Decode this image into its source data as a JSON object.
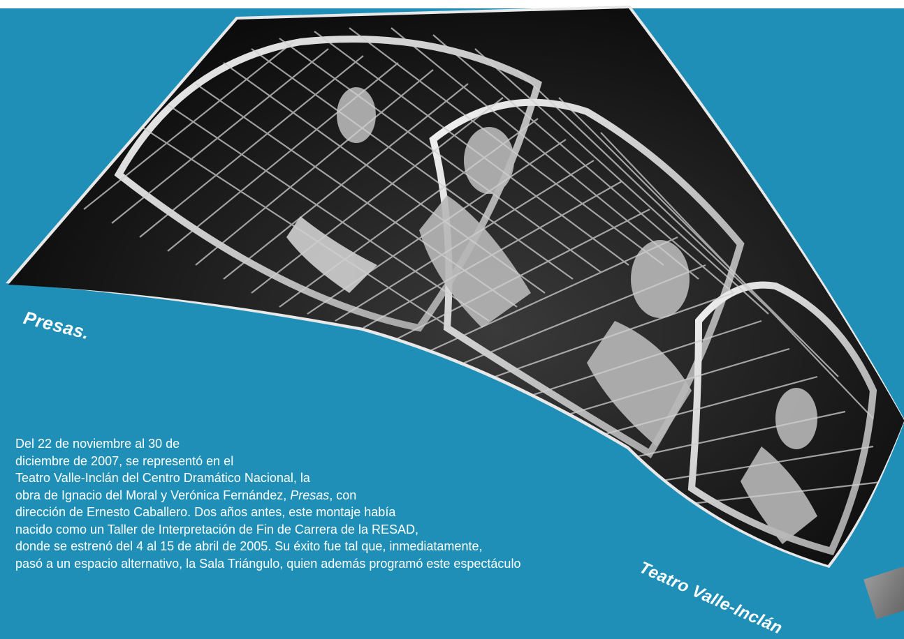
{
  "captions": {
    "photo_caption": "Presas.",
    "venue_caption": "Teatro Valle-Inclán"
  },
  "article": {
    "line_1": "Del 22 de noviembre al 30 de",
    "line_2": "diciembre de 2007, se representó en el",
    "line_3": "Teatro Valle-Inclán del Centro Dramático Nacional,  la",
    "line_4_before": "obra de Ignacio del Moral y Verónica Fernández, ",
    "line_4_title": "Presas",
    "line_4_after": ", con",
    "line_5": "dirección de Ernesto Caballero. Dos años antes, este montaje había",
    "line_6": "nacido como un Taller de Interpretación de Fin de Carrera de la RESAD,",
    "line_7": "donde se estrenó del 4 al 15 de abril de 2005. Su éxito fue tal que, inmediatamente,",
    "line_8": "pasó a un espacio alternativo, la Sala Triángulo, quien además programó este espectáculo"
  },
  "colors": {
    "background": "#1f8fb7",
    "text": "#ffffff",
    "photo_frame": "#dcdcdc"
  }
}
